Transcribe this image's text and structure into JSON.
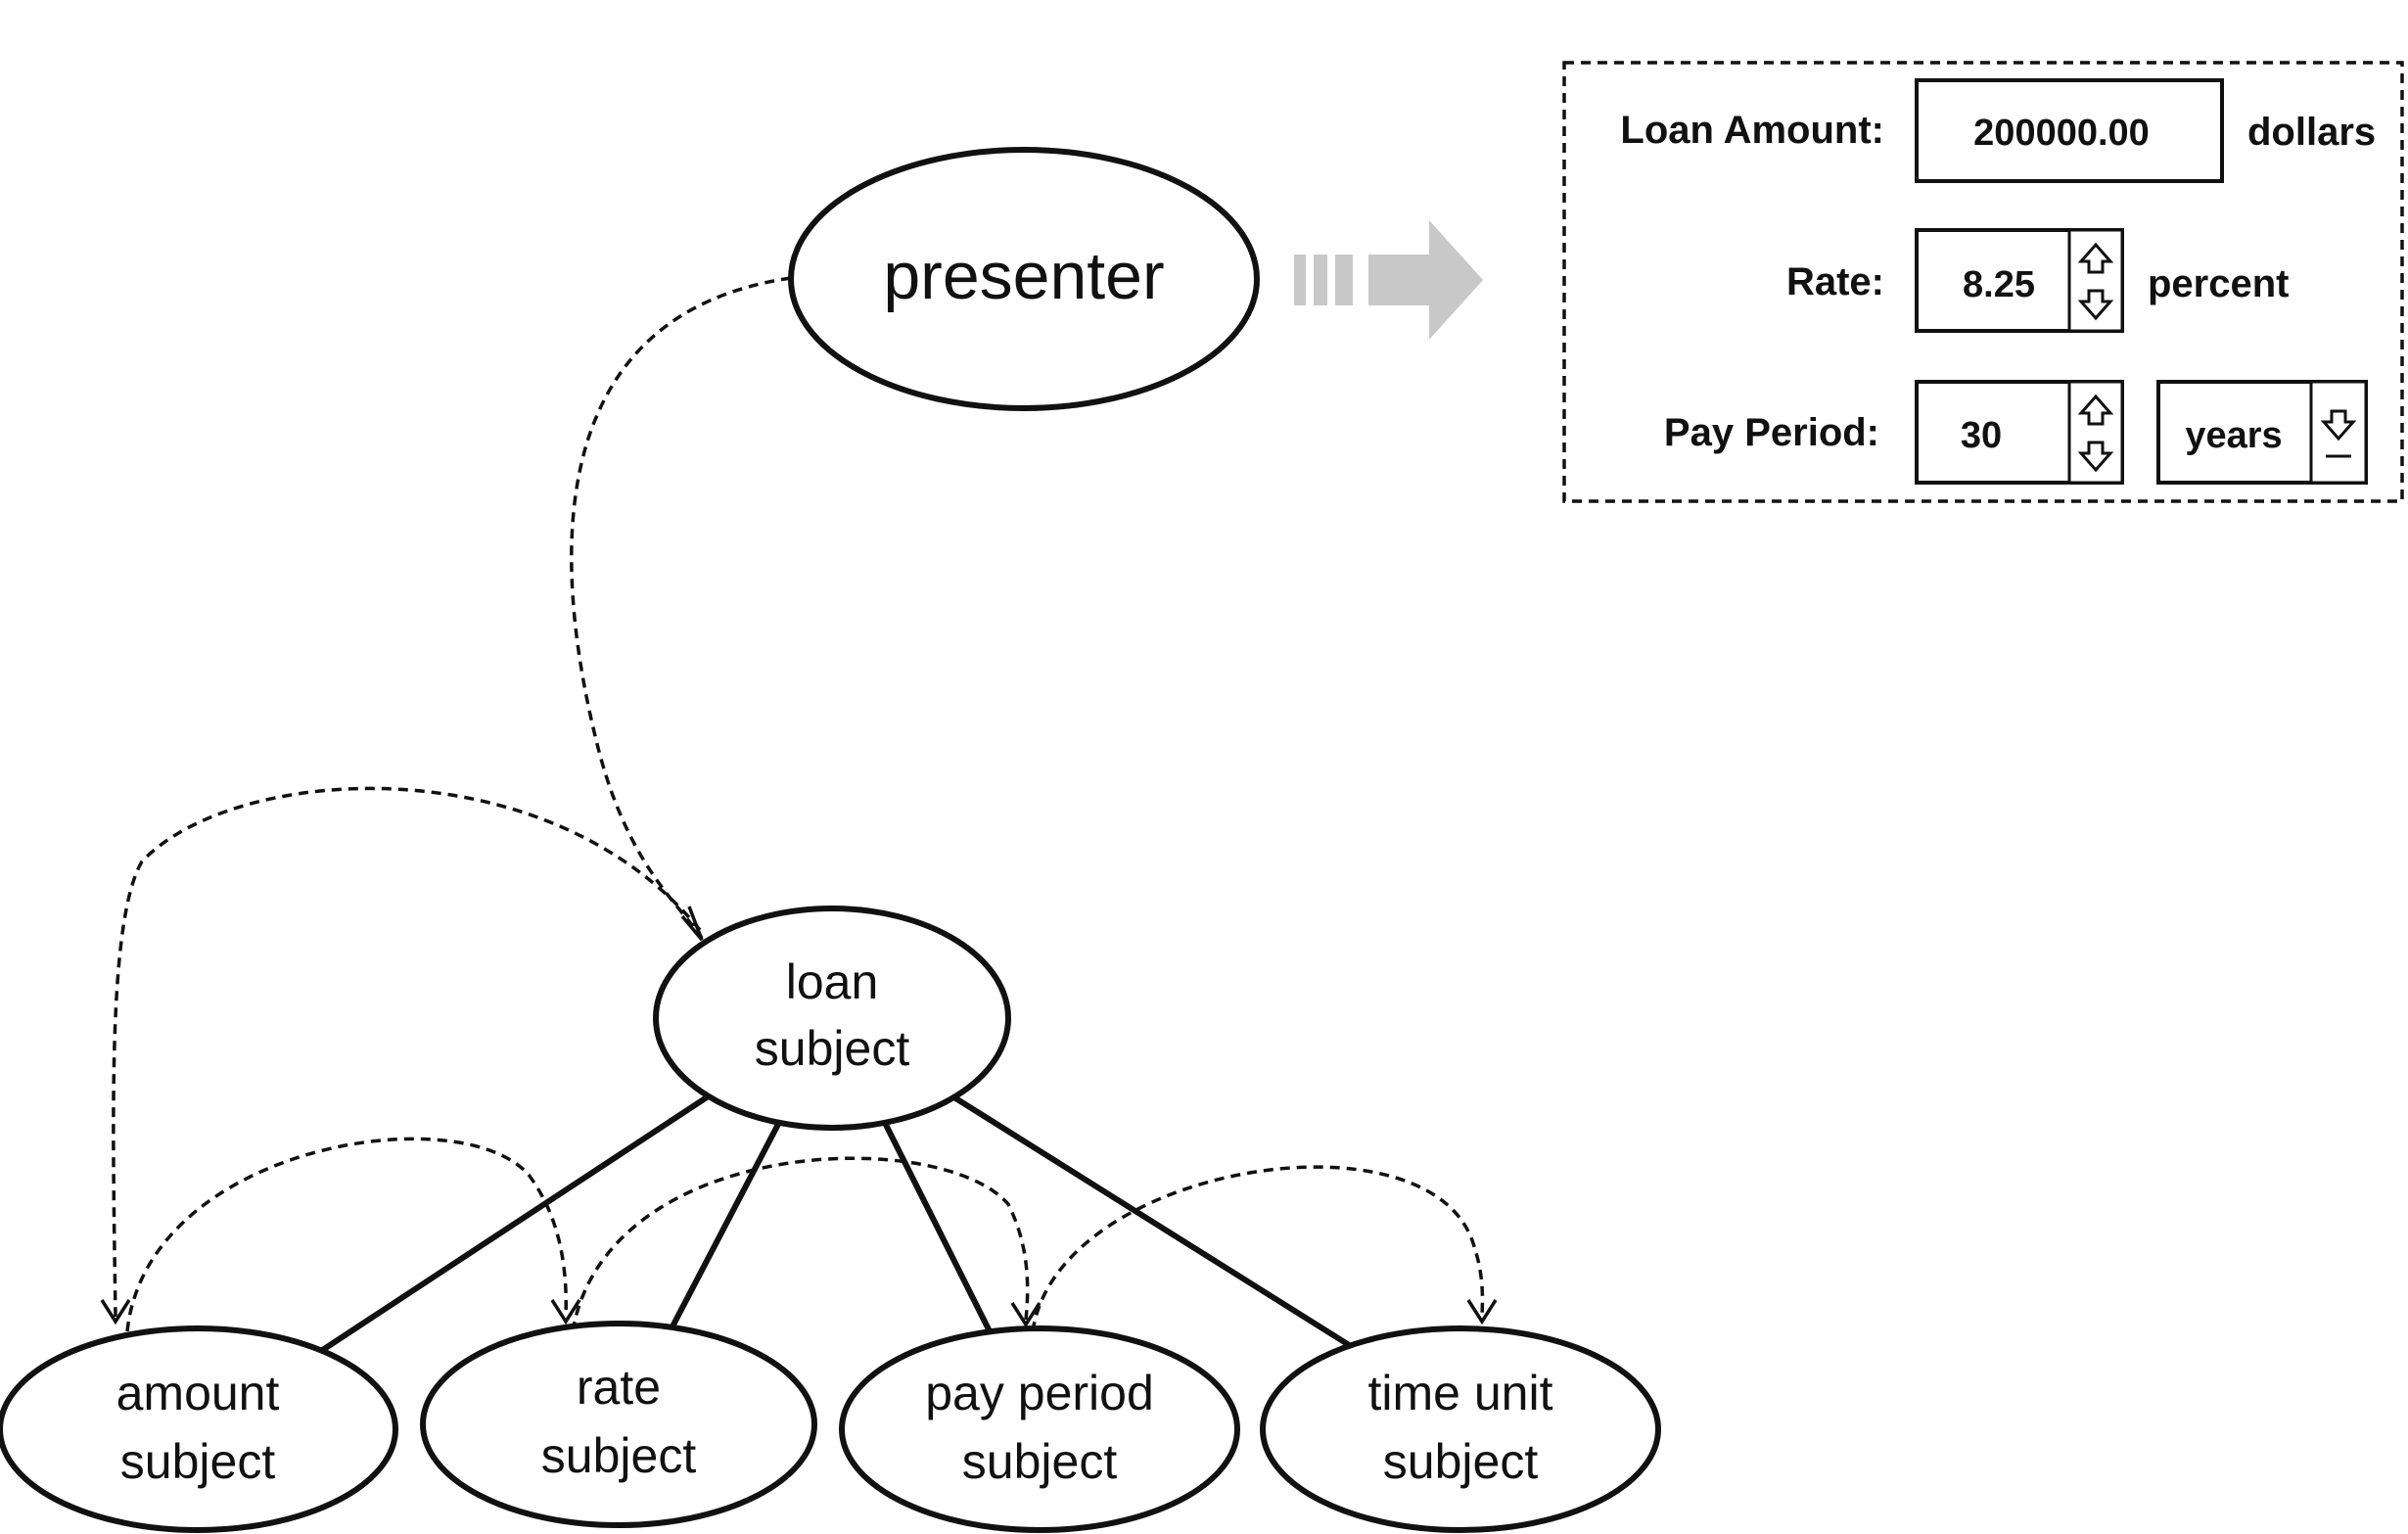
{
  "diagram": {
    "presenter": {
      "label": "presenter"
    },
    "loan_subject": {
      "line1": "loan",
      "line2": "subject"
    },
    "children": [
      {
        "id": "amount",
        "line1": "amount",
        "line2": "subject"
      },
      {
        "id": "rate",
        "line1": "rate",
        "line2": "subject"
      },
      {
        "id": "pay-period",
        "line1": "pay period",
        "line2": "subject"
      },
      {
        "id": "time-unit",
        "line1": "time unit",
        "line2": "subject"
      }
    ]
  },
  "form": {
    "loan_amount": {
      "label": "Loan Amount:",
      "value": "200000.00",
      "unit": "dollars"
    },
    "rate": {
      "label": "Rate:",
      "value": "8.25",
      "unit": "percent"
    },
    "pay_period": {
      "label": "Pay Period:",
      "value": "30",
      "unit_select": "years"
    }
  }
}
